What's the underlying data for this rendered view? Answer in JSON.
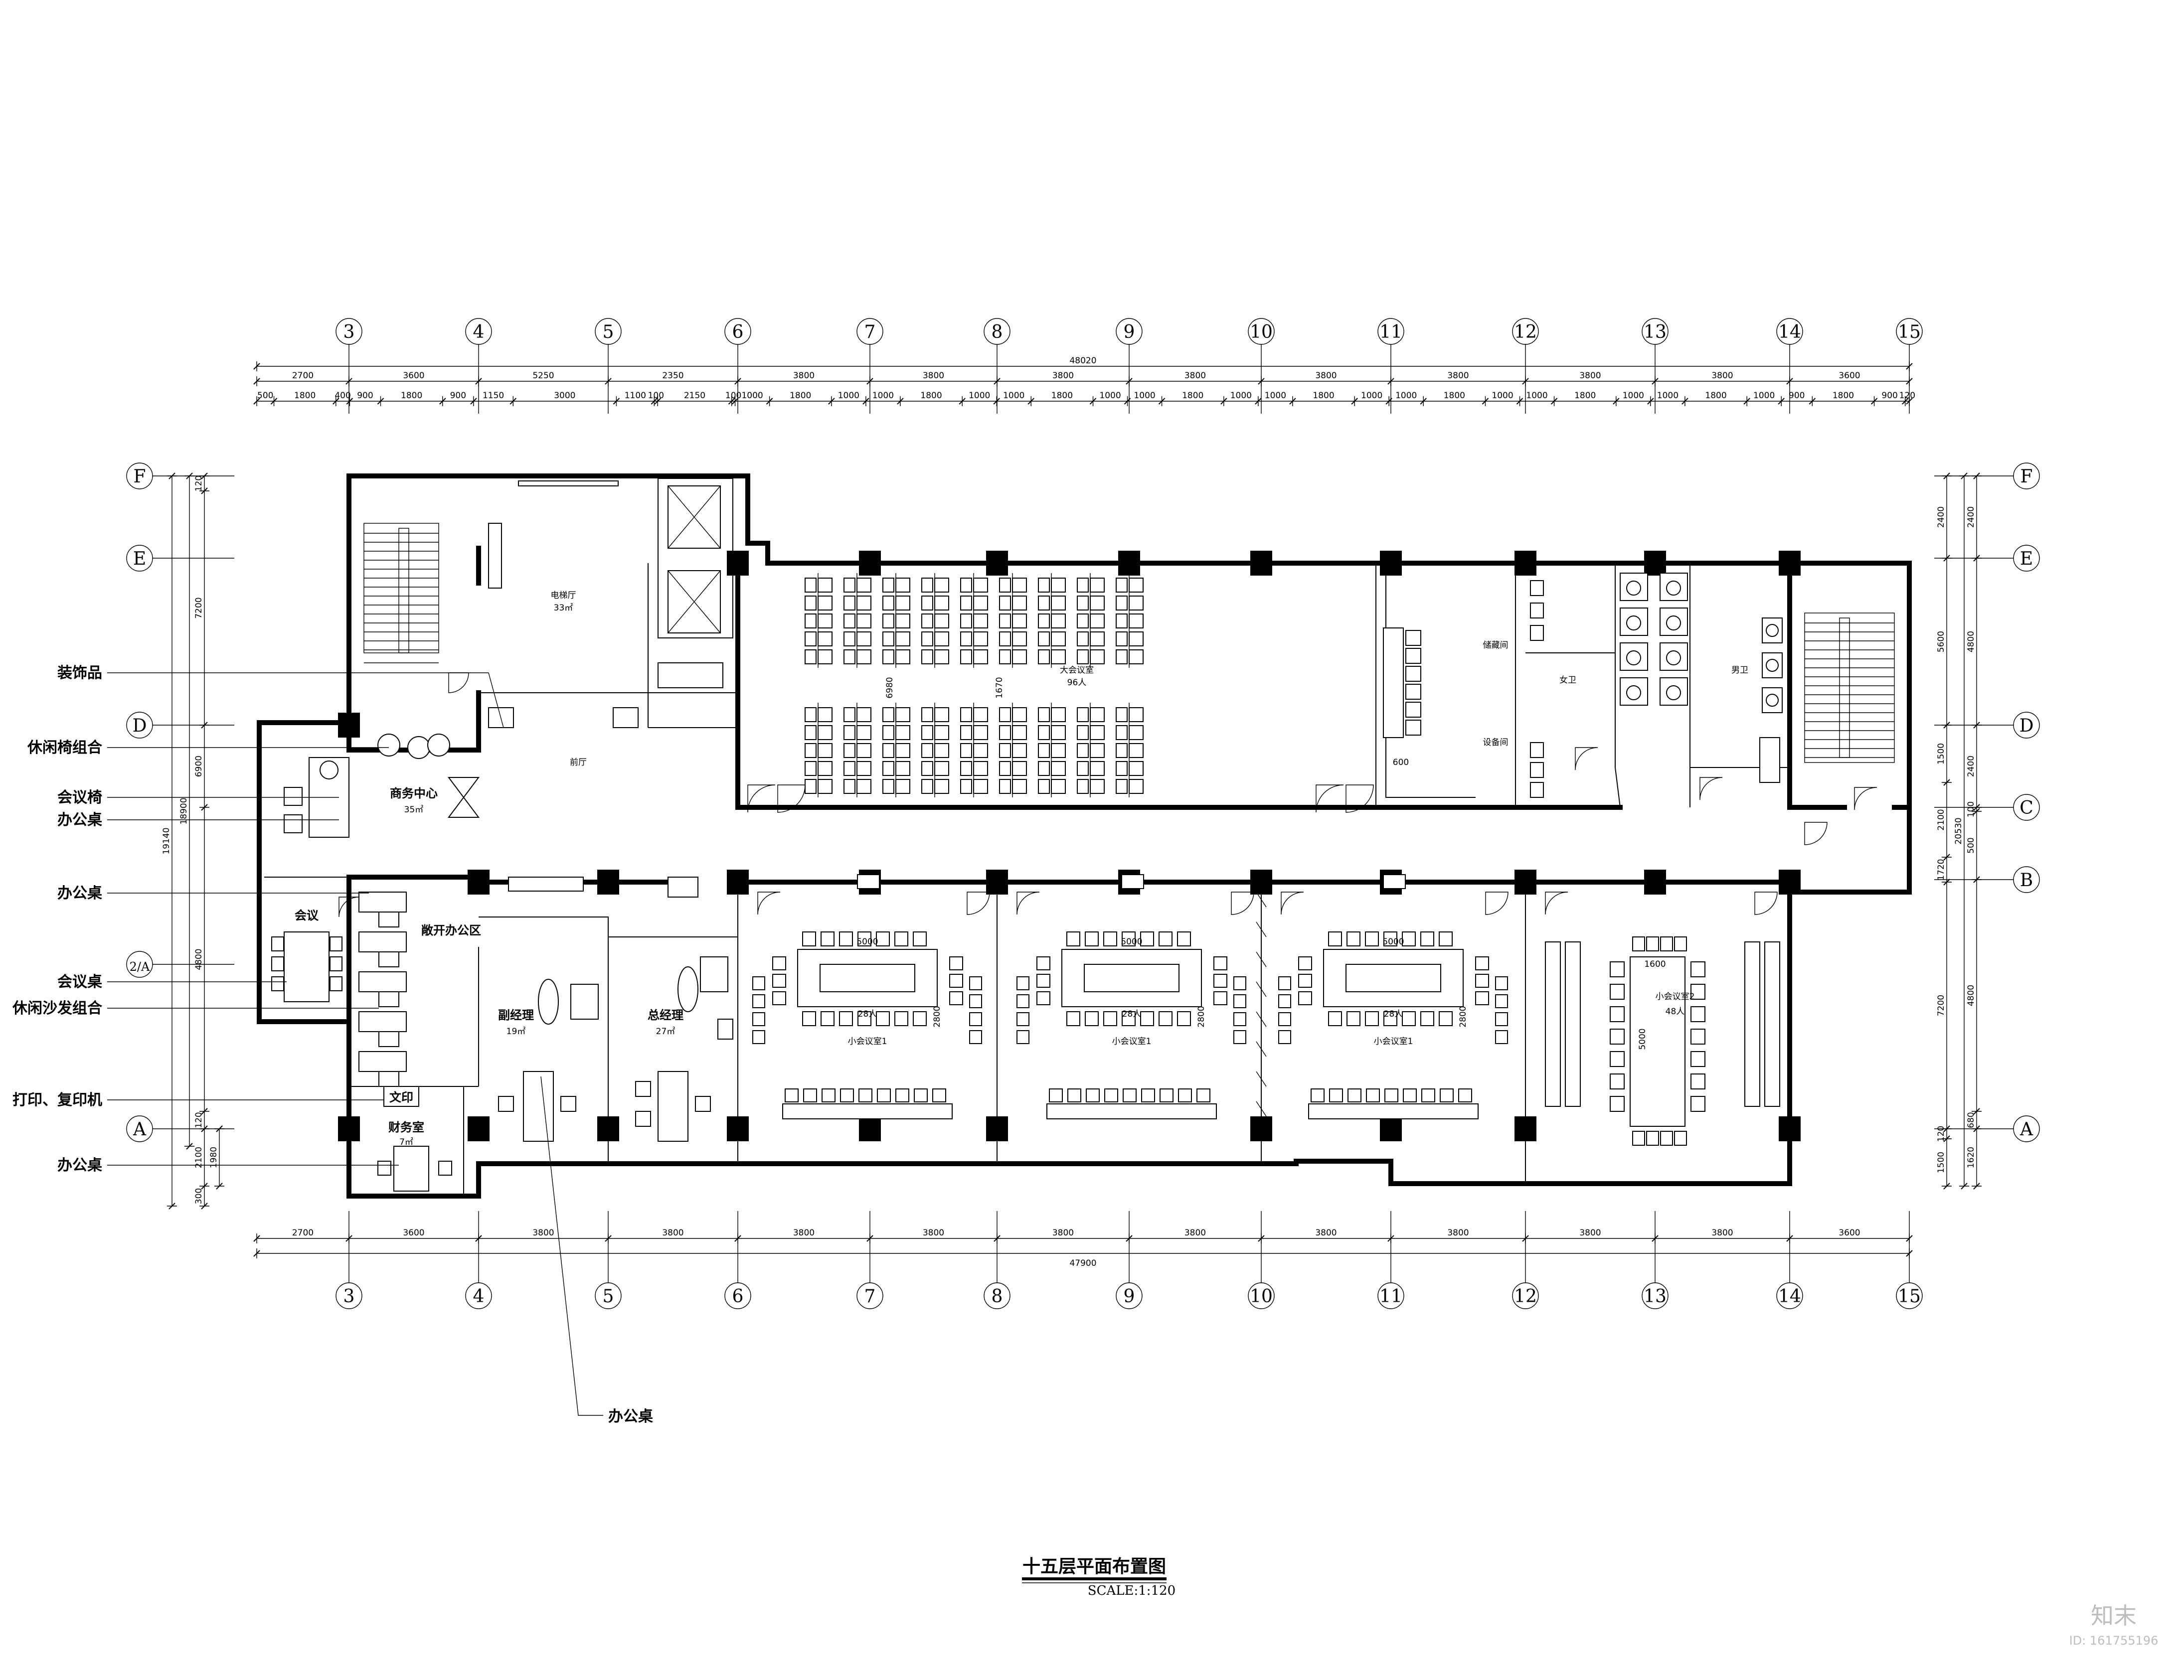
{
  "grid": {
    "cols": [
      "3",
      "4",
      "5",
      "6",
      "7",
      "8",
      "9",
      "10",
      "11",
      "12",
      "13",
      "14",
      "15"
    ],
    "rows_left": [
      "F",
      "E",
      "D",
      "2/A",
      "A"
    ],
    "rows_right": [
      "F",
      "E",
      "D",
      "C",
      "B",
      "A"
    ]
  },
  "top_dims": {
    "total": "48020",
    "row1": [
      "2700",
      "3600",
      "5250",
      "2350",
      "3800",
      "3800",
      "3800",
      "3800",
      "3800",
      "3800",
      "3800",
      "3800",
      "3600"
    ],
    "row2": [
      "500",
      "1800",
      "400",
      "900",
      "1800",
      "900",
      "1150",
      "3000",
      "1100",
      "100",
      "2150",
      "100",
      "1000",
      "1800",
      "1000",
      "1000",
      "1800",
      "1000",
      "1000",
      "1800",
      "1000",
      "1000",
      "1800",
      "1000",
      "1000",
      "1800",
      "1000",
      "1000",
      "1800",
      "1000",
      "1000",
      "1800",
      "1000",
      "1000",
      "1800",
      "1000",
      "900",
      "1800",
      "900",
      "120"
    ]
  },
  "bottom_dims": {
    "total": "47900",
    "row": [
      "2700",
      "3600",
      "3800",
      "3800",
      "3800",
      "3800",
      "3800",
      "3800",
      "3800",
      "3800",
      "3800",
      "3800",
      "3600"
    ]
  },
  "left_dims": {
    "outer": [
      "19140"
    ],
    "mid": [
      "18900"
    ],
    "inner": [
      "120",
      "7200",
      "6900",
      "4800",
      "120",
      "2100",
      "300"
    ],
    "inner2": [
      "1980"
    ]
  },
  "right_dims": {
    "outer": [
      "20530"
    ],
    "a": [
      "2400",
      "5600",
      "1500",
      "2100",
      "1720",
      "7200",
      "120",
      "1500"
    ],
    "b": [
      "2400",
      "4800",
      "2400",
      "100",
      "500",
      "4800",
      "680",
      "1620"
    ]
  },
  "rooms": {
    "elevator_hall": "电梯厅",
    "elevator_hall_area": "33㎡",
    "lobby": "前厅",
    "big_meeting": "大会议室",
    "big_meeting_cap": "96人",
    "business_center": "商务中心",
    "business_center_area": "35㎡",
    "open_office": "敞开办公区",
    "meeting": "会议",
    "deputy_manager": "副经理",
    "deputy_manager_area": "19㎡",
    "general_manager": "总经理",
    "general_manager_area": "27㎡",
    "finance": "财务室",
    "finance_area": "7㎡",
    "print_box": "文印",
    "womens_wc": "女卫",
    "mens_wc": "男卫",
    "janitor": "储藏间",
    "equipment": "设备间",
    "small_meeting_1": "小会议室1",
    "small_meeting_1_cap": "28人",
    "small_meeting_2": "小会议室1",
    "small_meeting_2_cap": "28人",
    "small_meeting_3": "小会议室1",
    "small_meeting_3_cap": "28人",
    "small_meeting_4": "小会议室2",
    "small_meeting_4_cap": "48人"
  },
  "interior_dims": {
    "table_len": "5000",
    "table_w": "2800",
    "table4_w": "1600",
    "table4_len": "5000",
    "aisle": "6980",
    "aisle2": "1670",
    "wc_gap": "600"
  },
  "callouts": [
    "装饰品",
    "休闲椅组合",
    "会议椅",
    "办公桌",
    "办公桌",
    "会议桌",
    "休闲沙发组合",
    "打印、复印机",
    "办公桌"
  ],
  "bottom_callout": "办公桌",
  "title": "十五层平面布置图",
  "scale": "SCALE:1:120",
  "watermark": {
    "brand": "知末",
    "id": "ID: 161755196"
  }
}
